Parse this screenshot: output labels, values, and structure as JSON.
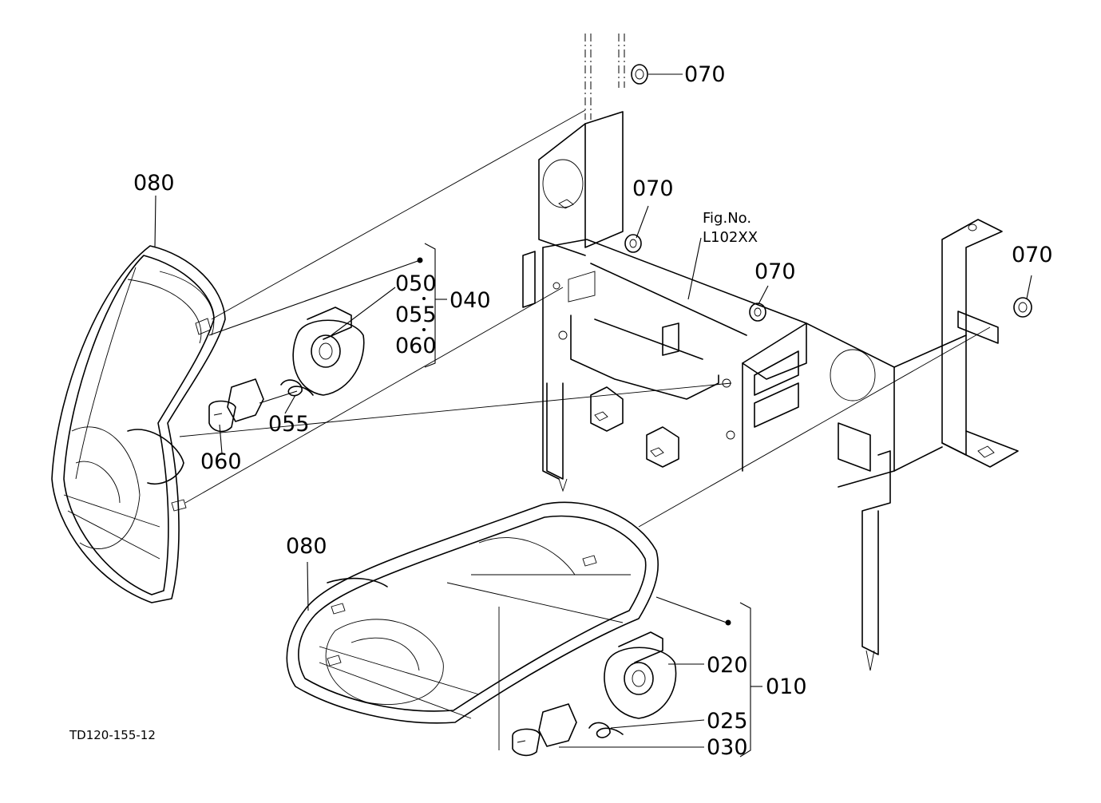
{
  "figure": {
    "fig_no_label": "Fig.No.",
    "fig_no_value": "L102XX",
    "drawing_number": "TD120-155-12"
  },
  "callouts": {
    "nut_top": "070",
    "nut_mid_left": "070",
    "nut_mid": "070",
    "nut_right": "070",
    "lamp_left": "080",
    "lamp_lower": "080",
    "group_upper": "040",
    "group_upper_item1": "050",
    "group_upper_item2": "055",
    "group_upper_item3": "060",
    "clip_upper": "055",
    "bulb_upper": "060",
    "group_lower": "010",
    "cap_lower": "020",
    "clip_lower": "025",
    "bulb_lower": "030"
  }
}
